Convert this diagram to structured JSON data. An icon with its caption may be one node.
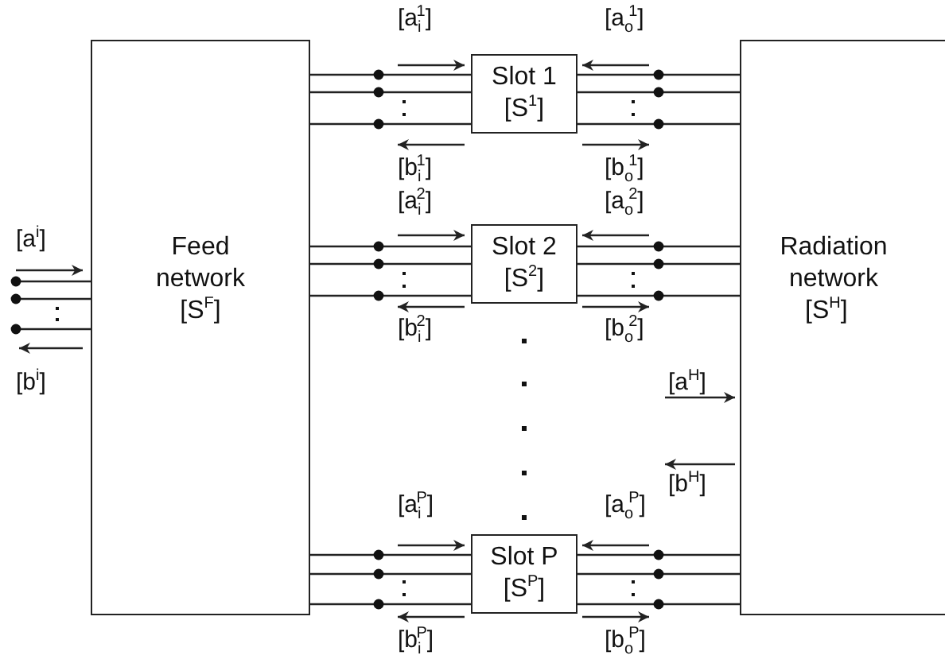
{
  "diagram": {
    "nodes": [
      {
        "text": [
          "Feed network",
          "[S$^{F}$]"
        ]
      },
      {
        "text": [
          "Slot 1",
          "[S$^{1}$]"
        ]
      },
      {
        "text": [
          "Slot 2",
          "[S$^{2}$]"
        ]
      },
      {
        "text": [
          "Slot P",
          "[S$^{P}$]"
        ]
      },
      {
        "text": [
          "Radiation network",
          "[S$^{H}$]"
        ]
      }
    ],
    "edges": [
      {
        "from": 0,
        "to": 1,
        "arrow": "none"
      },
      {
        "from": 0,
        "to": 1,
        "arrow": "none"
      },
      {
        "from": 0,
        "to": 1,
        "arrow": "none"
      },
      {
        "from": 1,
        "to": 4,
        "arrow": "none"
      },
      {
        "from": 1,
        "to": 4,
        "arrow": "none"
      },
      {
        "from": 1,
        "to": 4,
        "arrow": "none"
      },
      {
        "from": 0,
        "to": 2,
        "arrow": "none"
      },
      {
        "from": 0,
        "to": 2,
        "arrow": "none"
      },
      {
        "from": 0,
        "to": 2,
        "arrow": "none"
      },
      {
        "from": 2,
        "to": 4,
        "arrow": "none"
      },
      {
        "from": 2,
        "to": 4,
        "arrow": "none"
      },
      {
        "from": 2,
        "to": 4,
        "arrow": "none"
      },
      {
        "from": 0,
        "to": 3,
        "arrow": "none"
      },
      {
        "from": 0,
        "to": 3,
        "arrow": "none"
      },
      {
        "from": 0,
        "to": 3,
        "arrow": "none"
      },
      {
        "from": 3,
        "to": 4,
        "arrow": "none"
      },
      {
        "from": 3,
        "to": 4,
        "arrow": "none"
      },
      {
        "from": 3,
        "to": 4,
        "arrow": "none"
      },
      {
        "from": null,
        "to": 0,
        "arrow": "none"
      },
      {
        "from": null,
        "to": 0,
        "arrow": "none"
      },
      {
        "from": null,
        "to": 0,
        "arrow": "none"
      }
    ],
    "labels": [
      "[a$_{i}$$^{1}$]",
      "[a$_{o}$$^{1}$]",
      "[b$_{i}$$^{1}$]",
      "[b$_{o}$$^{1}$]",
      "[a$_{i}$$^{2}$]",
      "[a$_{o}$$^{2}$]",
      "[a$^{i}$]",
      "[b$_{i}$$^{2}$]",
      "[b$_{o}$$^{2}$]",
      "[b$^{i}$]",
      "[a$^{H}$]",
      "[b$^{H}$]",
      "[a$_{i}$$^{P}$]",
      "[a$_{o}$$^{P}$]",
      "[b$_{i}$$^{P}$]",
      "[b$_{o}$$^{P}$]"
    ]
  }
}
